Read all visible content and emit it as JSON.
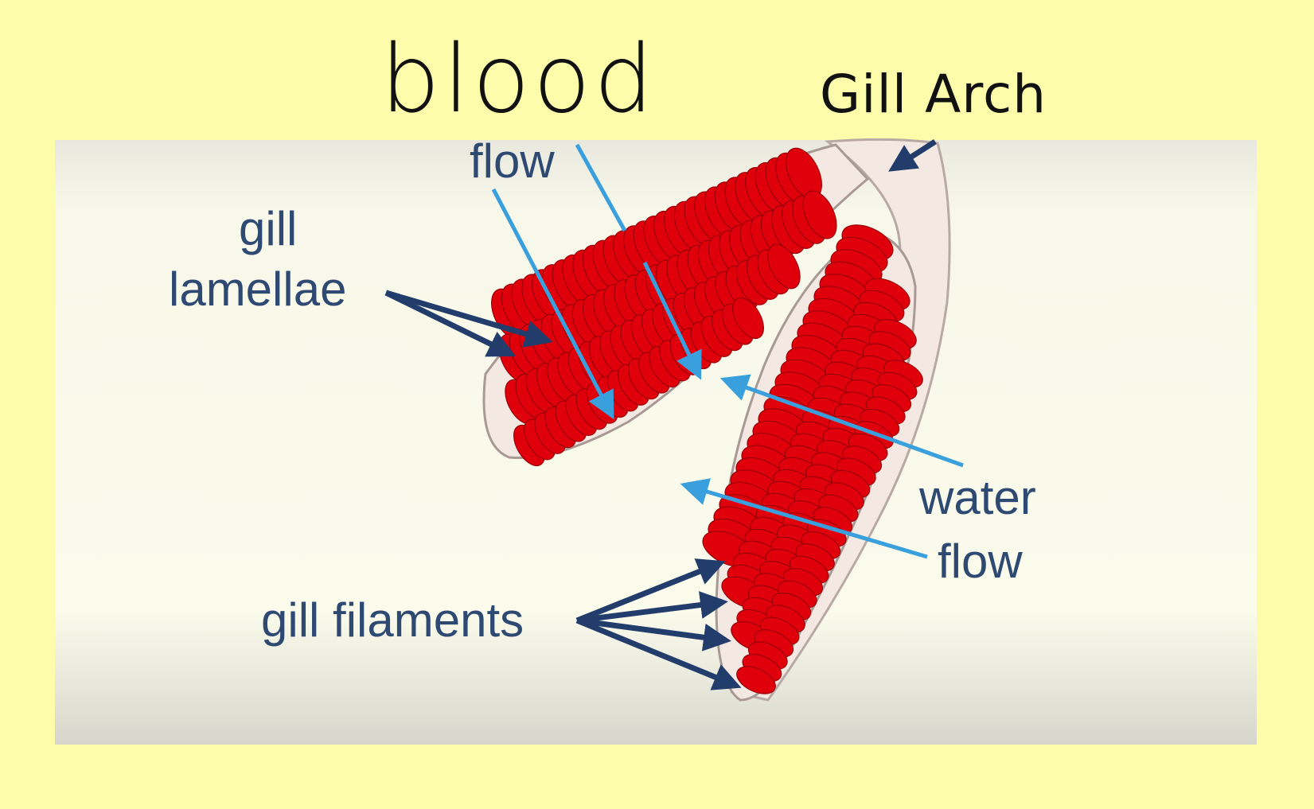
{
  "annotations": {
    "handwritten_top": "blood",
    "handwritten_right": "Gill Arch"
  },
  "labels": {
    "blood_flow_word": "flow",
    "gill_lamellae_line1": "gill",
    "gill_lamellae_line2": "lamellae",
    "water_flow_line1": "water",
    "water_flow_line2": "flow",
    "gill_filaments": "gill filaments"
  },
  "colors": {
    "page_background": "#fdfcab",
    "panel_background": "#f8f8ea",
    "lamellae_red": "#e0000c",
    "filament_tissue": "#f4e8e2",
    "label_arrow_navy": "#223d6b",
    "flow_arrow_blue": "#3aa0dd"
  }
}
